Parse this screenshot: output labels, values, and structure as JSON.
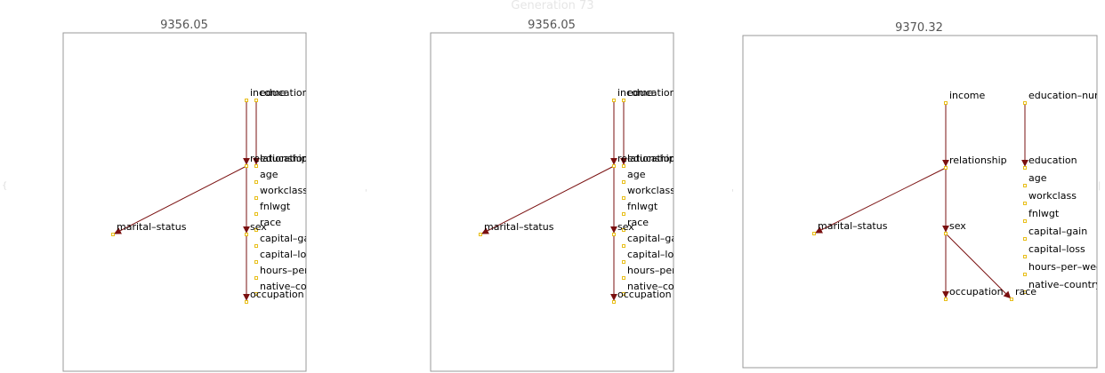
{
  "title": "Generation 73",
  "colors": {
    "edge": "#7a1010",
    "node": "#e6b800",
    "frame": "#999999",
    "score": "#555555"
  },
  "panels": [
    {
      "score": "9356.05",
      "nodes": [
        {
          "id": "income",
          "label": "income"
        },
        {
          "id": "education-num",
          "label": "education"
        },
        {
          "id": "relationship",
          "label": "relationship"
        },
        {
          "id": "education",
          "label": "education"
        },
        {
          "id": "age",
          "label": "age"
        },
        {
          "id": "workclass",
          "label": "workclass"
        },
        {
          "id": "fnlwgt",
          "label": "fnlwgt"
        },
        {
          "id": "race",
          "label": "race"
        },
        {
          "id": "marital-status",
          "label": "marital–status"
        },
        {
          "id": "sex",
          "label": "sex"
        },
        {
          "id": "capital-gain",
          "label": "capital–gain"
        },
        {
          "id": "capital-loss",
          "label": "capital–loss"
        },
        {
          "id": "hours-per-week",
          "label": "hours–per–week"
        },
        {
          "id": "native-country",
          "label": "native–country"
        },
        {
          "id": "occupation",
          "label": "occupation"
        }
      ],
      "edges": [
        [
          "income",
          "relationship"
        ],
        [
          "education-num",
          "education"
        ],
        [
          "relationship",
          "marital-status"
        ],
        [
          "relationship",
          "sex"
        ],
        [
          "sex",
          "occupation"
        ]
      ]
    },
    {
      "score": "9356.05",
      "nodes": [
        {
          "id": "income",
          "label": "income"
        },
        {
          "id": "education-num",
          "label": "education"
        },
        {
          "id": "relationship",
          "label": "relationship"
        },
        {
          "id": "education",
          "label": "education"
        },
        {
          "id": "age",
          "label": "age"
        },
        {
          "id": "workclass",
          "label": "workclass"
        },
        {
          "id": "fnlwgt",
          "label": "fnlwgt"
        },
        {
          "id": "race",
          "label": "race"
        },
        {
          "id": "marital-status",
          "label": "marital–status"
        },
        {
          "id": "sex",
          "label": "sex"
        },
        {
          "id": "capital-gain",
          "label": "capital–gain"
        },
        {
          "id": "capital-loss",
          "label": "capital–loss"
        },
        {
          "id": "hours-per-week",
          "label": "hours–per–week"
        },
        {
          "id": "native-country",
          "label": "native–country"
        },
        {
          "id": "occupation",
          "label": "occupation"
        }
      ],
      "edges": [
        [
          "income",
          "relationship"
        ],
        [
          "education-num",
          "education"
        ],
        [
          "relationship",
          "marital-status"
        ],
        [
          "relationship",
          "sex"
        ],
        [
          "sex",
          "occupation"
        ]
      ]
    },
    {
      "score": "9370.32",
      "nodes": [
        {
          "id": "income",
          "label": "income"
        },
        {
          "id": "education-num",
          "label": "education–num"
        },
        {
          "id": "relationship",
          "label": "relationship"
        },
        {
          "id": "education",
          "label": "education"
        },
        {
          "id": "age",
          "label": "age"
        },
        {
          "id": "workclass",
          "label": "workclass"
        },
        {
          "id": "fnlwgt",
          "label": "fnlwgt"
        },
        {
          "id": "capital-gain",
          "label": "capital–gain"
        },
        {
          "id": "capital-loss",
          "label": "capital–loss"
        },
        {
          "id": "hours-per-week",
          "label": "hours–per–week"
        },
        {
          "id": "native-country",
          "label": "native–country"
        },
        {
          "id": "marital-status",
          "label": "marital–status"
        },
        {
          "id": "sex",
          "label": "sex"
        },
        {
          "id": "occupation",
          "label": "occupation"
        },
        {
          "id": "race",
          "label": "race"
        }
      ],
      "edges": [
        [
          "income",
          "relationship"
        ],
        [
          "education-num",
          "education"
        ],
        [
          "relationship",
          "marital-status"
        ],
        [
          "relationship",
          "sex"
        ],
        [
          "sex",
          "occupation"
        ],
        [
          "sex",
          "race"
        ]
      ]
    }
  ]
}
